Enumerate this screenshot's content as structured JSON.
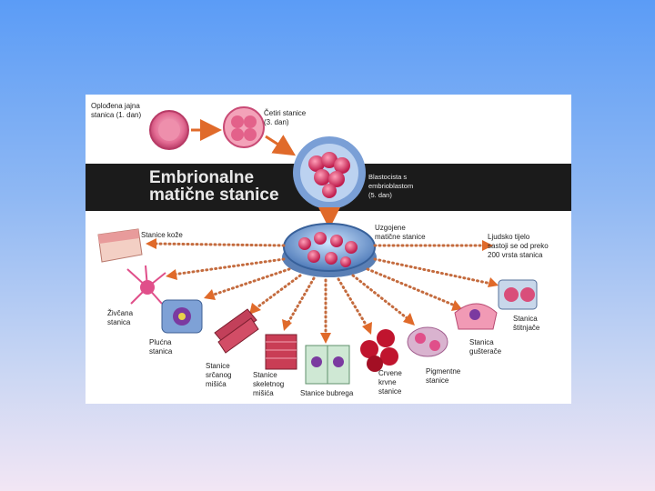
{
  "title": {
    "line1": "Embrionalne",
    "line2": "matične stanice"
  },
  "labels": {
    "fertilized": "Oplođena jajna\nstanica (1. dan)",
    "four_cells": "Četiri stanice\n(3. dan)",
    "blastocyst": "Blastocista s\nembrioblastom",
    "blastocyst_day": "(5. dan)",
    "cultured": "Uzgojene\nmatične stanice",
    "skin": "Stanice kože",
    "body_tissue": "Ljudsko tijelo\nsastoji se od preko\n200 vrsta stanica",
    "nerve": "Živčana\nstanica",
    "lung": "Plućna\nstanica",
    "heart": "Stanice\nsrčanog\nmišića",
    "skeletal": "Stanice\nskeletnog\nmišića",
    "kidney": "Stanice bubrega",
    "blood": "Crvene\nkrvne\nstanice",
    "pigment": "Pigmentne\nstanice",
    "pancreas": "Stanica\ngušterače",
    "thyroid": "Stanica\nštitnjače"
  },
  "colors": {
    "arrow": "#e06a2a",
    "dot": "#c46b3e",
    "cell": "#e05a86",
    "band": "#1b1b1b"
  }
}
